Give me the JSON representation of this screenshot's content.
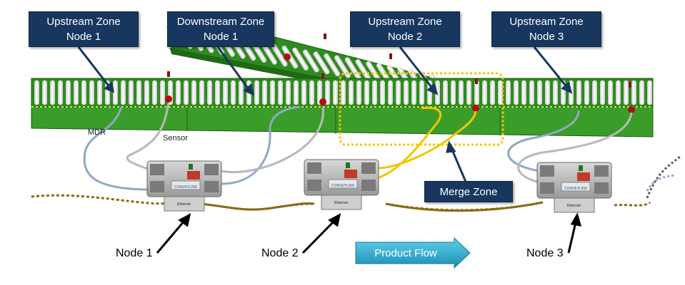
{
  "callouts": {
    "upstream1": {
      "line1": "Upstream Zone",
      "line2": "Node 1"
    },
    "downstream1": {
      "line1": "Downstream Zone",
      "line2": "Node 1"
    },
    "upstream2": {
      "line1": "Upstream Zone",
      "line2": "Node 2"
    },
    "upstream3": {
      "line1": "Upstream Zone",
      "line2": "Node 3"
    },
    "merge": {
      "line1": "Merge Zone"
    }
  },
  "labels": {
    "mdr": "MDR",
    "sensor": "Sensor",
    "node1": "Node 1",
    "node2": "Node 2",
    "node3": "Node 3",
    "product_flow": "Product Flow",
    "controller_brand": "CONVEYLINX",
    "controller_ethernet": "Ethernet"
  },
  "colors": {
    "callout_bg": "#17375e",
    "conveyor_green": "#2e8b1e",
    "roller_white": "#f2f2f2",
    "ethernet_cable": "#8b6a14",
    "mdr_cable": "#8ea9c6",
    "sensor_cable": "#b8b8b8",
    "merge_cable": "#f5c400",
    "merge_box": "#f5c400",
    "flow_arrow": "#2aa7c9"
  }
}
